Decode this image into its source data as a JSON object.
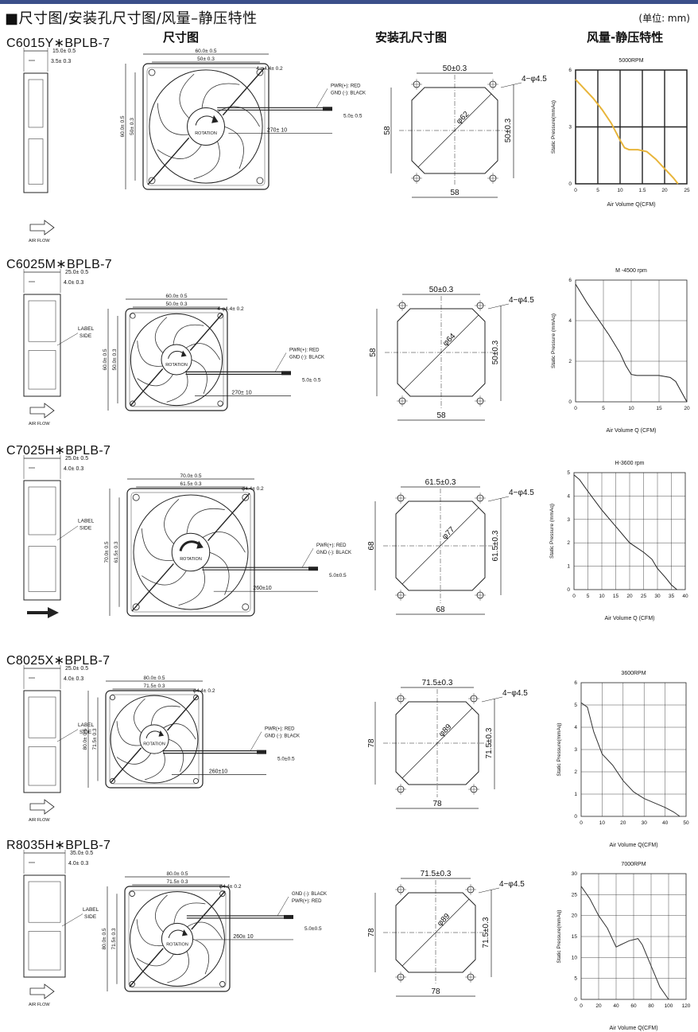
{
  "page": {
    "title": "■尺寸图/安装孔尺寸图/风量–静压特性",
    "unit": "(单位: mm)",
    "col_dim": "尺寸图",
    "col_mount": "安装孔尺寸图",
    "col_curve": "风量-静压特性"
  },
  "common": {
    "pwr": "PWR(+): RED",
    "gnd": "GND (-): BLACK",
    "label_side": [
      "LABEL",
      "SIDE"
    ],
    "air_flow": "AIR FLOW",
    "rotation": "ROTATION",
    "ylabel": "Static Pressure(mmAq)",
    "xlabel": "Air Volume Q(CFM)"
  },
  "models": [
    {
      "name": "C6015Y∗BPLB-7",
      "side": {
        "width": "15.0± 0.5",
        "offset": "3.5± 0.3"
      },
      "front": {
        "outer": "60.0± 0.5",
        "pitch": "50± 0.3",
        "hole": "4-φ4.4± 0.2",
        "lead": "270± 10",
        "strip": "5.0± 0.5"
      },
      "mount": {
        "pitch": "50±0.3",
        "hole": "4−φ4.5",
        "diag": "φ62",
        "outer": "58"
      }
    },
    {
      "name": "C6025M∗BPLB-7",
      "side": {
        "width": "25.0± 0.5",
        "offset": "4.0± 0.3"
      },
      "front": {
        "outer": "60.0± 0.5",
        "pitch": "50.0± 0.3",
        "hole": "4-φ4.4± 0.2",
        "lead": "270± 10",
        "strip": "5.0± 0.5"
      },
      "mount": {
        "pitch": "50±0.3",
        "hole": "4−φ4.5",
        "diag": "φ64",
        "outer": "58"
      }
    },
    {
      "name": "C7025H∗BPLB-7",
      "side": {
        "width": "25.0± 0.5",
        "offset": "4.0± 0.3"
      },
      "front": {
        "outer": "70.0± 0.5",
        "pitch": "61.5± 0.3",
        "hole": "φ4.4± 0.2",
        "lead": "260±10",
        "strip": "5.0±0.5"
      },
      "mount": {
        "pitch": "61.5±0.3",
        "hole": "4−φ4.5",
        "diag": "φ77",
        "outer": "68"
      }
    },
    {
      "name": "C8025X∗BPLB-7",
      "side": {
        "width": "25.0± 0.5",
        "offset": "4.0± 0.3"
      },
      "front": {
        "outer": "80.0± 0.5",
        "pitch": "71.5± 0.3",
        "hole": "φ4.4± 0.2",
        "lead": "260±10",
        "strip": "5.0±0.5"
      },
      "mount": {
        "pitch": "71.5±0.3",
        "hole": "4−φ4.5",
        "diag": "φ89",
        "outer": "78"
      }
    },
    {
      "name": "R8035H∗BPLB-7",
      "side": {
        "width": "35.0± 0.5",
        "offset": "4.0± 0.3"
      },
      "front": {
        "outer": "80.0± 0.5",
        "pitch": "71.5± 0.3",
        "hole": "φ4.4± 0.2",
        "lead": "260± 10",
        "strip": "5.0±0.5"
      },
      "mount": {
        "pitch": "71.5±0.3",
        "hole": "4−φ4.5",
        "diag": "φ89",
        "outer": "78"
      }
    }
  ],
  "chart_data": [
    {
      "type": "line",
      "title": "5000RPM",
      "xlabel": "Air Volume Q(CFM)",
      "ylabel": "Static Pressure(mmAq)",
      "xlim": [
        0,
        25
      ],
      "ylim": [
        0,
        6
      ],
      "xticks": [
        "0",
        "5",
        "10",
        "15",
        "20",
        "25"
      ],
      "xtick_labels": [
        "0",
        "5",
        "10",
        "1.5",
        "20",
        "25"
      ],
      "yticks": [
        "0",
        "3",
        "6"
      ],
      "grid": true,
      "color": "#e8b53a",
      "series": [
        {
          "x": [
            0,
            2,
            4,
            6,
            8,
            10,
            11,
            12,
            14,
            16,
            18,
            20,
            22,
            23
          ],
          "y": [
            5.5,
            5.0,
            4.5,
            3.9,
            3.2,
            2.3,
            1.9,
            1.8,
            1.8,
            1.7,
            1.3,
            0.8,
            0.3,
            0
          ]
        }
      ]
    },
    {
      "type": "line",
      "title": "M -4500 rpm",
      "xlabel": "Air Volume Q (CFM)",
      "ylabel": "Static Pressure (mmAq)",
      "xlim": [
        0,
        20
      ],
      "ylim": [
        0,
        6
      ],
      "xticks": [
        "0",
        "5",
        "10",
        "15",
        "20"
      ],
      "yticks": [
        "0",
        "2",
        "4",
        "6"
      ],
      "grid": true,
      "color": "#222222",
      "series": [
        {
          "x": [
            0,
            2,
            4,
            6,
            8,
            9,
            10,
            11,
            13,
            15,
            17,
            18,
            19,
            20
          ],
          "y": [
            5.8,
            4.9,
            4.1,
            3.3,
            2.4,
            1.8,
            1.35,
            1.3,
            1.3,
            1.3,
            1.2,
            1.0,
            0.5,
            0
          ]
        }
      ]
    },
    {
      "type": "line",
      "title": "H-3600 rpm",
      "xlabel": "Air Volume Q (CFM)",
      "ylabel": "Static Pressure (mmAq)",
      "xlim": [
        0,
        40
      ],
      "ylim": [
        0,
        5
      ],
      "xticks": [
        "0",
        "5",
        "10",
        "15",
        "20",
        "25",
        "30",
        "35",
        "40"
      ],
      "yticks": [
        "0",
        "1",
        "2",
        "3",
        "4",
        "5"
      ],
      "grid": true,
      "color": "#222222",
      "series": [
        {
          "x": [
            0,
            2,
            5,
            10,
            15,
            20,
            25,
            28,
            30,
            33,
            35,
            37
          ],
          "y": [
            4.9,
            4.7,
            4.2,
            3.4,
            2.7,
            2.0,
            1.6,
            1.3,
            0.9,
            0.5,
            0.2,
            0
          ]
        }
      ]
    },
    {
      "type": "line",
      "title": "3600RPM",
      "xlabel": "Air Volume Q(CFM)",
      "ylabel": "Static Pressure(mmAq)",
      "xlim": [
        0,
        50
      ],
      "ylim": [
        0,
        6
      ],
      "xticks": [
        "0",
        "10",
        "20",
        "30",
        "40",
        "50"
      ],
      "yticks": [
        "0",
        "1",
        "2",
        "3",
        "4",
        "5",
        "6"
      ],
      "grid": true,
      "color": "#333333",
      "series": [
        {
          "x": [
            0,
            3,
            6,
            10,
            15,
            20,
            25,
            30,
            35,
            40,
            44,
            47
          ],
          "y": [
            5.1,
            4.9,
            3.8,
            2.8,
            2.3,
            1.6,
            1.1,
            0.8,
            0.6,
            0.4,
            0.2,
            0
          ]
        }
      ]
    },
    {
      "type": "line",
      "title": "7000RPM",
      "xlabel": "Air Volume Q(CFM)",
      "ylabel": "Static Pressure(mmAq)",
      "xlim": [
        0,
        120
      ],
      "ylim": [
        0,
        30
      ],
      "xticks": [
        "0",
        "20",
        "40",
        "60",
        "80",
        "100",
        "120"
      ],
      "yticks": [
        "0",
        "5",
        "10",
        "15",
        "20",
        "25",
        "30"
      ],
      "grid": true,
      "color": "#333333",
      "series": [
        {
          "x": [
            0,
            10,
            20,
            30,
            40,
            45,
            55,
            65,
            70,
            80,
            90,
            100
          ],
          "y": [
            27,
            24,
            20,
            17,
            12.5,
            13,
            14,
            14.5,
            13,
            8,
            3,
            0
          ]
        }
      ]
    }
  ]
}
